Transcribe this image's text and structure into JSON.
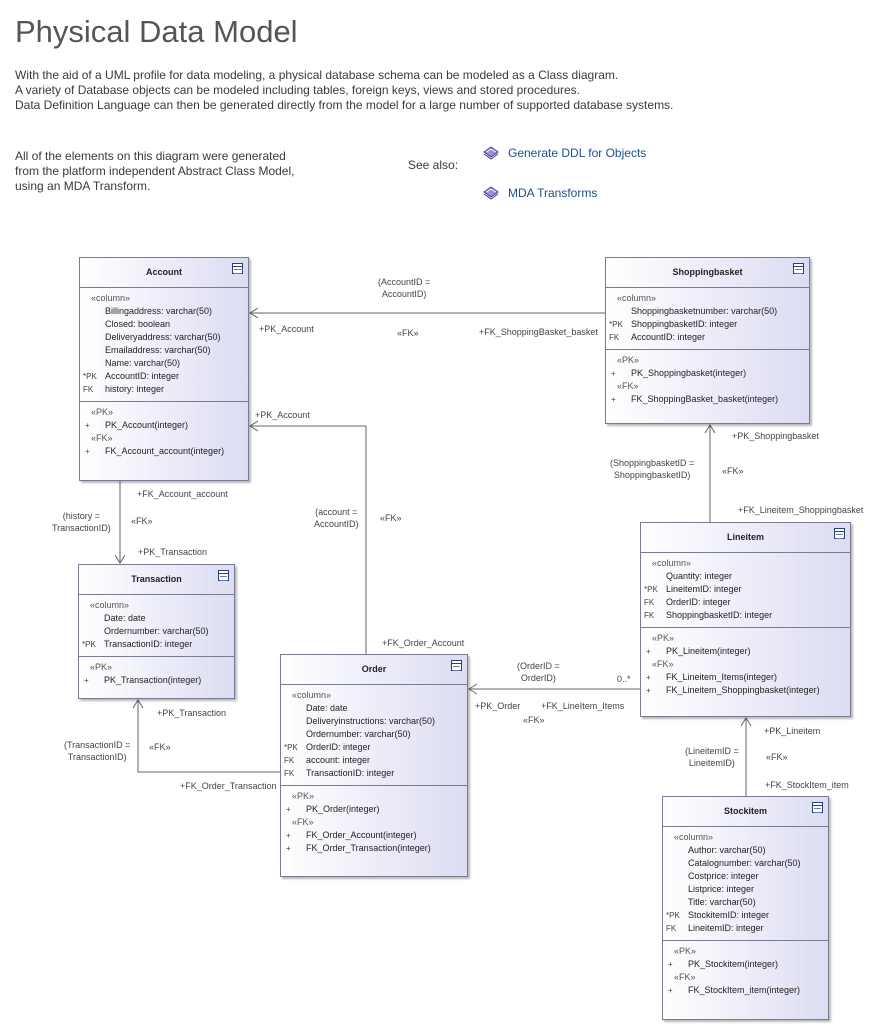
{
  "page": {
    "title": "Physical Data Model",
    "intro": [
      "With the aid of a UML profile for data modeling, a physical database schema can be modeled as a Class diagram.",
      "A variety of Database objects can be modeled including tables, foreign keys, views and stored procedures.",
      "Data Definition Language can then be generated directly from the model for a large number of supported database systems."
    ],
    "note": [
      "All of the elements on this diagram were generated",
      "from the platform independent Abstract Class Model,",
      "using an MDA Transform."
    ],
    "see_also": "See also:",
    "links": [
      {
        "label": "Generate DDL for Objects",
        "icon": "package-diamond-icon"
      },
      {
        "label": "MDA Transforms",
        "icon": "package-diamond-icon"
      }
    ]
  },
  "tables": {
    "account": {
      "name": "Account",
      "column_stereotype": "«column»",
      "columns": [
        {
          "prefix": "",
          "text": "Billingaddress: varchar(50)"
        },
        {
          "prefix": "",
          "text": "Closed: boolean"
        },
        {
          "prefix": "",
          "text": "Deliveryaddress: varchar(50)"
        },
        {
          "prefix": "",
          "text": "Emailaddress: varchar(50)"
        },
        {
          "prefix": "",
          "text": "Name: varchar(50)"
        },
        {
          "prefix": "*PK",
          "text": "AccountID: integer"
        },
        {
          "prefix": "FK",
          "text": "history: integer"
        }
      ],
      "pk_stereotype": "«PK»",
      "pk_ops": [
        {
          "prefix": "+",
          "text": "PK_Account(integer)"
        }
      ],
      "fk_stereotype": "«FK»",
      "fk_ops": [
        {
          "prefix": "+",
          "text": "FK_Account_account(integer)"
        }
      ]
    },
    "shoppingbasket": {
      "name": "Shoppingbasket",
      "column_stereotype": "«column»",
      "columns": [
        {
          "prefix": "",
          "text": "Shoppingbasketnumber: varchar(50)"
        },
        {
          "prefix": "*PK",
          "text": "ShoppingbasketID: integer"
        },
        {
          "prefix": "FK",
          "text": "AccountID: integer"
        }
      ],
      "pk_stereotype": "«PK»",
      "pk_ops": [
        {
          "prefix": "+",
          "text": "PK_Shoppingbasket(integer)"
        }
      ],
      "fk_stereotype": "«FK»",
      "fk_ops": [
        {
          "prefix": "+",
          "text": "FK_ShoppingBasket_basket(integer)"
        }
      ]
    },
    "transaction": {
      "name": "Transaction",
      "column_stereotype": "«column»",
      "columns": [
        {
          "prefix": "",
          "text": "Date: date"
        },
        {
          "prefix": "",
          "text": "Ordernumber: varchar(50)"
        },
        {
          "prefix": "*PK",
          "text": "TransactionID: integer"
        }
      ],
      "pk_stereotype": "«PK»",
      "pk_ops": [
        {
          "prefix": "+",
          "text": "PK_Transaction(integer)"
        }
      ]
    },
    "order": {
      "name": "Order",
      "column_stereotype": "«column»",
      "columns": [
        {
          "prefix": "",
          "text": "Date: date"
        },
        {
          "prefix": "",
          "text": "Deliveryinstructions: varchar(50)"
        },
        {
          "prefix": "",
          "text": "Ordernumber: varchar(50)"
        },
        {
          "prefix": "*PK",
          "text": "OrderID: integer"
        },
        {
          "prefix": "FK",
          "text": "account: integer"
        },
        {
          "prefix": "FK",
          "text": "TransactionID: integer"
        }
      ],
      "pk_stereotype": "«PK»",
      "pk_ops": [
        {
          "prefix": "+",
          "text": "PK_Order(integer)"
        }
      ],
      "fk_stereotype": "«FK»",
      "fk_ops": [
        {
          "prefix": "+",
          "text": "FK_Order_Account(integer)"
        },
        {
          "prefix": "+",
          "text": "FK_Order_Transaction(integer)"
        }
      ]
    },
    "lineitem": {
      "name": "Lineitem",
      "column_stereotype": "«column»",
      "columns": [
        {
          "prefix": "",
          "text": "Quantity: integer"
        },
        {
          "prefix": "*PK",
          "text": "LineitemID: integer"
        },
        {
          "prefix": "FK",
          "text": "OrderID: integer"
        },
        {
          "prefix": "FK",
          "text": "ShoppingbasketID: integer"
        }
      ],
      "pk_stereotype": "«PK»",
      "pk_ops": [
        {
          "prefix": "+",
          "text": "PK_Lineitem(integer)"
        }
      ],
      "fk_stereotype": "«FK»",
      "fk_ops": [
        {
          "prefix": "+",
          "text": "FK_Lineitem_Items(integer)"
        },
        {
          "prefix": "+",
          "text": "FK_Lineitem_Shoppingbasket(integer)"
        }
      ]
    },
    "stockitem": {
      "name": "Stockitem",
      "column_stereotype": "«column»",
      "columns": [
        {
          "prefix": "",
          "text": "Author: varchar(50)"
        },
        {
          "prefix": "",
          "text": "Catalognumber: varchar(50)"
        },
        {
          "prefix": "",
          "text": "Costprice: integer"
        },
        {
          "prefix": "",
          "text": "Listprice: integer"
        },
        {
          "prefix": "",
          "text": "Title: varchar(50)"
        },
        {
          "prefix": "*PK",
          "text": "StockitemID: integer"
        },
        {
          "prefix": "FK",
          "text": "LineitemID: integer"
        }
      ],
      "pk_stereotype": "«PK»",
      "pk_ops": [
        {
          "prefix": "+",
          "text": "PK_Stockitem(integer)"
        }
      ],
      "fk_stereotype": "«FK»",
      "fk_ops": [
        {
          "prefix": "+",
          "text": "FK_StockItem_item(integer)"
        }
      ]
    }
  },
  "labels": {
    "sb_acc_cond_1": "(AccountID =",
    "sb_acc_cond_2": "AccountID)",
    "sb_acc_pk": "+PK_Account",
    "sb_acc_fk": "«FK»",
    "sb_acc_fkname": "+FK_ShoppingBasket_basket",
    "ord_acc_pk": "+PK_Account",
    "ord_acc_cond_1": "(account =",
    "ord_acc_cond_2": "AccountID)",
    "ord_acc_fk": "«FK»",
    "ord_acc_fkname": "+FK_Order_Account",
    "acc_tr_fkname": "+FK_Account_account",
    "acc_tr_cond_1": "(history =",
    "acc_tr_cond_2": "TransactionID)",
    "acc_tr_fk": "«FK»",
    "acc_tr_pk": "+PK_Transaction",
    "ord_tr_pk": "+PK_Transaction",
    "ord_tr_cond_1": "(TransactionID =",
    "ord_tr_cond_2": "TransactionID)",
    "ord_tr_fk": "«FK»",
    "ord_tr_fkname": "+FK_Order_Transaction",
    "li_sb_pk": "+PK_Shoppingbasket",
    "li_sb_cond_1": "(ShoppingbasketID =",
    "li_sb_cond_2": "ShoppingbasketID)",
    "li_sb_fk": "«FK»",
    "li_sb_fkname": "+FK_Lineitem_Shoppingbasket",
    "li_ord_cond_1": "(OrderID =",
    "li_ord_cond_2": "OrderID)",
    "li_ord_mult": "0..*",
    "li_ord_pk": "+PK_Order",
    "li_ord_fkname": "+FK_LineItem_Items",
    "li_ord_fk": "«FK»",
    "si_li_cond_1": "(LineitemID =",
    "si_li_cond_2": "LineitemID)",
    "si_li_pk": "+PK_Lineitem",
    "si_li_fk": "«FK»",
    "si_li_fkname": "+FK_StockItem_item"
  }
}
